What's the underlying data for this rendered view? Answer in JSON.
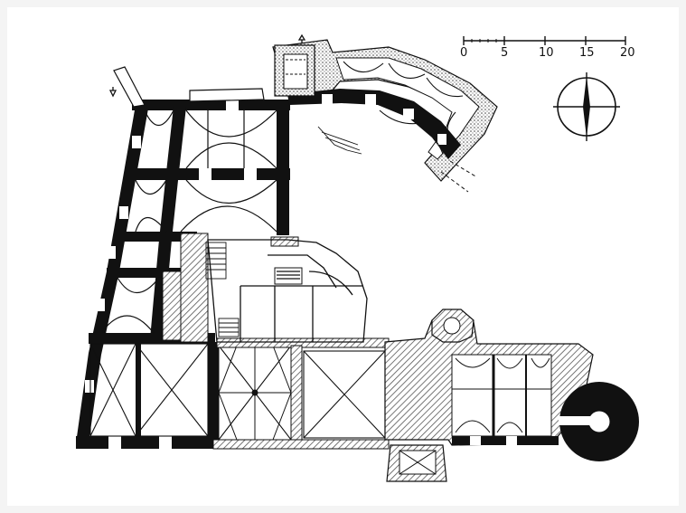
{
  "scale_bar": {
    "ticks": [
      "0",
      "5",
      "10",
      "15",
      "20"
    ]
  },
  "icons": {
    "north": "compass-rose-icon",
    "entrances": [
      "entrance-arrow-icon",
      "entrance-arrow-icon"
    ]
  },
  "colors": {
    "wall": "#111111",
    "paper": "#ffffff",
    "hatch": "#555555"
  }
}
